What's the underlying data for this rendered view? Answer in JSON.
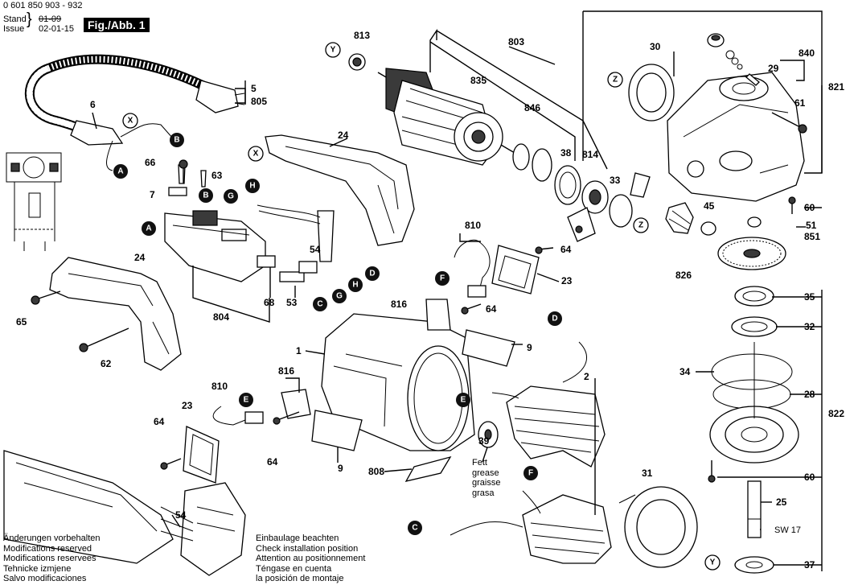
{
  "header": {
    "part_number": "0 601 850 903 - 932",
    "stand_label": "Stand",
    "issue_label": "Issue",
    "stand_date": "01-09",
    "issue_date": "02-01-15",
    "figure_label": "Fig./Abb. 1"
  },
  "notes": {
    "modifications": [
      "Änderungen vorbehalten",
      "Modifications reserved",
      "Modifications reservees",
      "Tehnicke izmjene",
      "Salvo modificaciones"
    ],
    "installation": [
      "Einbaulage beachten",
      "Check installation position",
      "Attention au positionnement",
      "Téngase en cuenta",
      "la posición de montaje"
    ],
    "grease": [
      "Fett",
      "grease",
      "graisse",
      "grasa"
    ]
  },
  "callouts": {
    "X": "X",
    "Y": "Y",
    "Z": "Z",
    "A": "A",
    "B": "B",
    "C": "C",
    "D": "D",
    "E": "E",
    "F": "F",
    "G": "G",
    "H": "H"
  },
  "part_labels": {
    "p1": "1",
    "p2": "2",
    "p5": "5",
    "p6": "6",
    "p7": "7",
    "p9": "9",
    "p23": "23",
    "p24": "24",
    "p25": "25",
    "p28": "28",
    "p29": "29",
    "p30": "30",
    "p31": "31",
    "p32": "32",
    "p33": "33",
    "p34": "34",
    "p35": "35",
    "p37": "37",
    "p38": "38",
    "p39": "39",
    "p45": "45",
    "p51": "51",
    "p53": "53",
    "p54": "54",
    "p60": "60",
    "p61": "61",
    "p62": "62",
    "p63": "63",
    "p64": "64",
    "p65": "65",
    "p66": "66",
    "p68": "68",
    "p803": "803",
    "p804": "804",
    "p805": "805",
    "p808": "808",
    "p810": "810",
    "p813": "813",
    "p814": "814",
    "p816": "816",
    "p821": "821",
    "p822": "822",
    "p826": "826",
    "p835": "835",
    "p840": "840",
    "p846": "846",
    "p851": "851",
    "sw17": "SW 17"
  }
}
